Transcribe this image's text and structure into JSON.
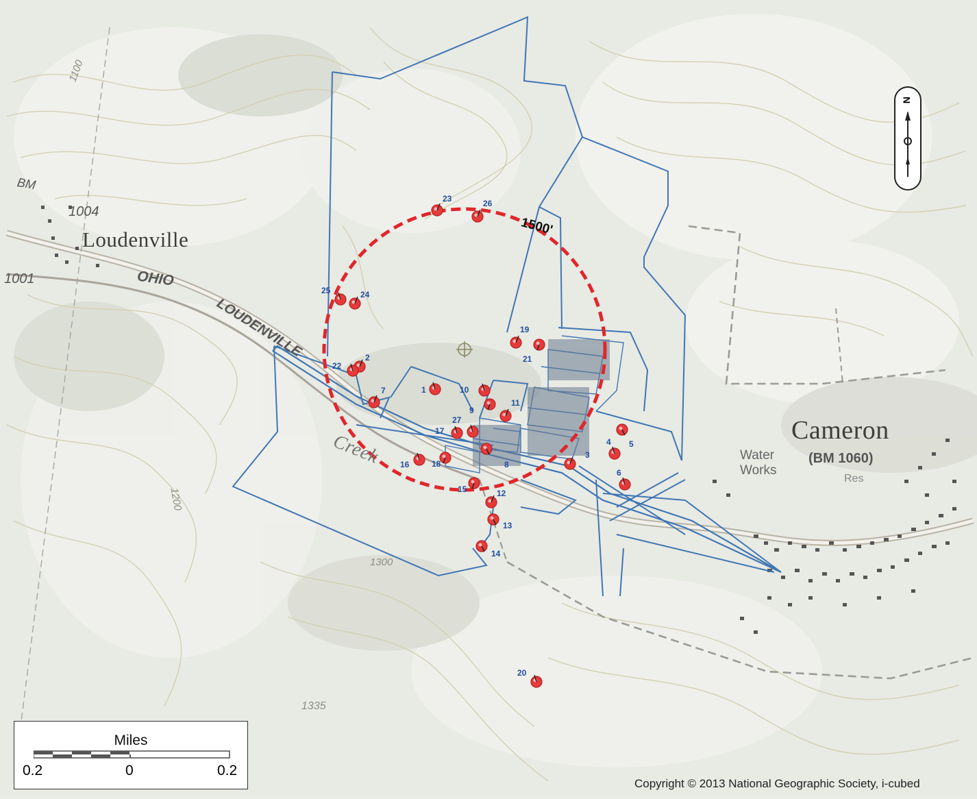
{
  "map": {
    "towns": [
      {
        "name": "Loudenville"
      },
      {
        "name": "Cameron"
      }
    ],
    "labels": {
      "bm_left": "BM",
      "elev_1004": "1004",
      "elev_1001": "1001",
      "road_ohio": "OHIO",
      "road_loudenville": "LOUDENVILLE",
      "creek": "Creek",
      "water_works": "Water\nWorks",
      "bm_cameron": "(BM 1060)",
      "res": "Res",
      "radius": "1500'",
      "elev_1335": "1335",
      "elev_1100": "1100",
      "elev_1200": "1200",
      "elev_1300": "1300"
    },
    "wells": [
      {
        "id": "1"
      },
      {
        "id": "2"
      },
      {
        "id": "3"
      },
      {
        "id": "4"
      },
      {
        "id": "5"
      },
      {
        "id": "6"
      },
      {
        "id": "7"
      },
      {
        "id": "8"
      },
      {
        "id": "9"
      },
      {
        "id": "10"
      },
      {
        "id": "11"
      },
      {
        "id": "12"
      },
      {
        "id": "13"
      },
      {
        "id": "14"
      },
      {
        "id": "15"
      },
      {
        "id": "16"
      },
      {
        "id": "17"
      },
      {
        "id": "18"
      },
      {
        "id": "19"
      },
      {
        "id": "20"
      },
      {
        "id": "21"
      },
      {
        "id": "22"
      },
      {
        "id": "23"
      },
      {
        "id": "24"
      },
      {
        "id": "25"
      },
      {
        "id": "26"
      },
      {
        "id": "27"
      }
    ],
    "colors": {
      "parcel_line": "#3f76b3",
      "well_marker": "#e63a3a",
      "radius_circle": "#e0262a",
      "contour": "#d8d4b8"
    }
  },
  "scale": {
    "title": "Miles",
    "ticks": [
      "0.2",
      "0",
      "0.2"
    ]
  },
  "north_arrow": {
    "letter": "N"
  },
  "copyright": "Copyright © 2013 National Geographic Society, i-cubed"
}
